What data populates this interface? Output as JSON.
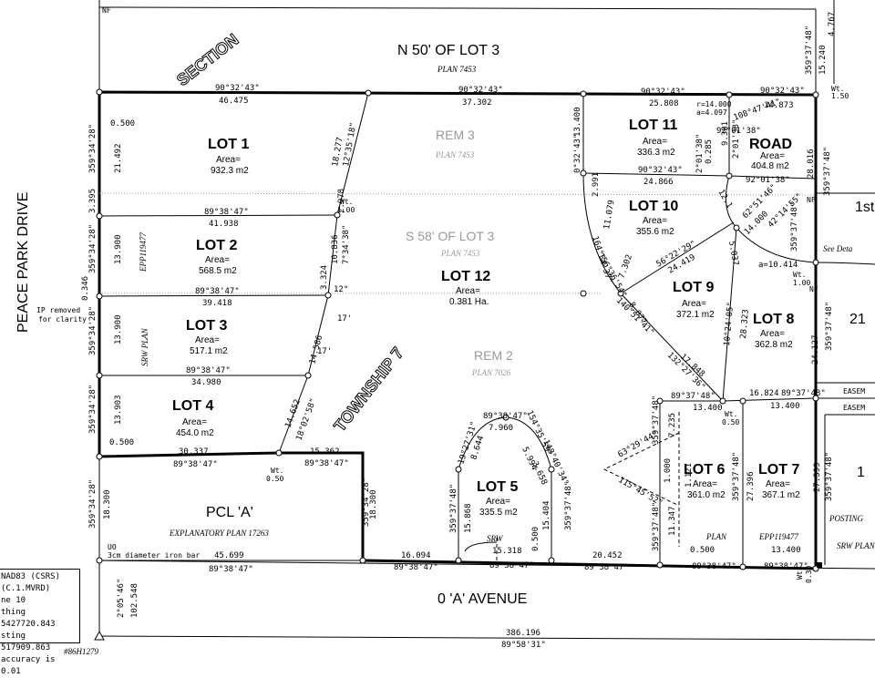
{
  "roads": {
    "peace_park": "PEACE PARK DRIVE",
    "avenue": "0 'A' AVENUE",
    "section": "SECTION",
    "township": "TOWNSHIP 7",
    "first": "1st"
  },
  "north_lot": {
    "label": "N 50' OF LOT 3",
    "plan": "PLAN 7453"
  },
  "lots": [
    {
      "name": "LOT 1",
      "area": "932.3 m2"
    },
    {
      "name": "LOT 2",
      "area": "568.5 m2"
    },
    {
      "name": "LOT 3",
      "area": "517.1 m2"
    },
    {
      "name": "LOT 4",
      "area": "454.0 m2"
    },
    {
      "name": "LOT 5",
      "area": "335.5 m2"
    },
    {
      "name": "LOT 6",
      "area": "361.0 m2"
    },
    {
      "name": "LOT 7",
      "area": "367.1 m2"
    },
    {
      "name": "LOT 8",
      "area": "362.8 m2"
    },
    {
      "name": "LOT 9",
      "area": "372.1 m2"
    },
    {
      "name": "LOT 10",
      "area": "355.6 m2"
    },
    {
      "name": "LOT 11",
      "area": "336.3 m2"
    },
    {
      "name": "LOT 12",
      "area": "0.381 Ha."
    }
  ],
  "area_label": "Area=",
  "road_parcel": {
    "name": "ROAD",
    "area": "404.8 m2"
  },
  "rem3": {
    "label": "REM 3",
    "plan": "PLAN 7453"
  },
  "s58": {
    "label": "S 58' OF LOT 3",
    "plan": "PLAN 7453"
  },
  "rem2": {
    "label": "REM 2",
    "plan": "PLAN 7026"
  },
  "pcl_a": {
    "label": "PCL 'A'",
    "plan": "EXPLANATORY PLAN 17263"
  },
  "labels": {
    "epp_vertical": "EPP119477",
    "epp_bottom": "EPP119477",
    "srw_plan": "SRW PLAN",
    "srw": "SRW",
    "plan": "PLAN",
    "ip_removed": "IP removed",
    "for_clarity": "for clarity",
    "nf": "NF",
    "uo": "UO",
    "iron_bar": "3cm diameter iron bar",
    "wit_top": "Wt.",
    "wit_top_val": "1.50",
    "see_detail": "See Deta",
    "easement": "EASEM",
    "posting": "POSTING",
    "srw_plan_right": "SRW PLAN",
    "right21": "21",
    "right1": "1",
    "monument": "#86H1279"
  },
  "wit_marks": [
    {
      "label": "Wt.",
      "value": "1.00"
    },
    {
      "label": "Wt.",
      "value": "1.00"
    },
    {
      "label": "Wt.",
      "value": "0.50"
    },
    {
      "label": "Wt.",
      "value": "0.50"
    },
    {
      "label": "Wt.",
      "value": "0.30"
    }
  ],
  "dims": {
    "top_bearing_1": "90°32'43\"",
    "top_dist_1": "46.475",
    "top_bearing_2": "90°32'43\"",
    "top_dist_2": "37.302",
    "top_bearing_3": "90°32'43\"",
    "top_dist_3": "25.808",
    "top_bearing_4": "90°32'43\"",
    "top_dist_4": "14.873",
    "r_val": "r=14.000",
    "a_val": "a=4.097",
    "l1_side": "0.500",
    "l1_left": "21.492",
    "l1_left_brg": "359°34'28\"",
    "l1_bottom_brg": "89°38'47\"",
    "l1_bottom": "41.938",
    "l1_right": "18.277",
    "l1_right_brg": "12°35'18\"",
    "l2_left": "13.900",
    "l2_left_brg": "359°34'28\"",
    "l2_side_a": "3.395",
    "l2_bottom_brg": "89°38'47\"",
    "l2_bottom": "39.418",
    "l2_right_a": "2.978",
    "l2_right_b": "10.836",
    "l2_right_brg": "7°34'38\"",
    "l3_left": "13.900",
    "l3_left_brg": "359°34'28\"",
    "l3_side": "0.346",
    "l3_bottom_brg": "89°38'47\"",
    "l3_bottom": "34.980",
    "l3_right_a": "3.324",
    "l3_right_b": "14.586",
    "l3_angle": "12°",
    "l3_angle2": "17'",
    "l3_angle3": "17'",
    "l4_left": "13.903",
    "l4_left_brg": "359°34'28\"",
    "l4_bottom_side": "0.500",
    "l4_bottom": "30.337",
    "l4_bottom_brg": "89°38'47\"",
    "l4_right": "14.652",
    "l4_right_brg": "18°02'58\"",
    "pcl_top": "15.362",
    "pcl_top_brg": "89°38'47\"",
    "pcl_left_brg": "359°34'28\"",
    "pcl_left": "18.300",
    "pcl_right_brg": "359°34'28\"",
    "pcl_right": "18.300",
    "bottom_1": "45.699",
    "bottom_1_brg": "89°38'47\"",
    "bottom_2": "16.094",
    "bottom_2_brg": "89°38'47\"",
    "bottom_3": "15.318",
    "bottom_3_brg": "89°38'47\"",
    "bottom_4": "20.452",
    "bottom_4_brg": "89°38'47\"",
    "bottom_5": "0.500",
    "bottom_5_brg": "89°38'47\"",
    "bottom_6": "13.400",
    "bottom_6_brg": "89°38'47\"",
    "l5_top_brg": "89°38'47\"",
    "l5_top": "7.960",
    "l5_left_a": "8.644",
    "l5_left_brg": "19°27'31\"",
    "l5_left": "15.868",
    "l5_left_vbrg": "359°37'48\"",
    "l5_right_a": "5.994",
    "l5_right_b": "3.658",
    "l5_right_brg1": "154°35'59\"",
    "l5_right_brg2": "148°40'34\"",
    "l5_right": "15.404",
    "l5_right_vbrg": "359°37'48\"",
    "l5_bottom_side": "0.500",
    "l12_right_a": "2.991",
    "l12_right_b": "11.079",
    "l12_right_c": "7.302",
    "l12_brg_a": "164°54'37\"",
    "l12_brg_b": "156°36'54\"",
    "l12_brg_c": "140°51'41\"",
    "l12_brg_d": "132°27'36\"",
    "l12_top": "13.400",
    "l12_top_brg": "0°32'43\"",
    "l11_bottom_brg": "90°32'43\"",
    "l11_bottom": "24.866",
    "l11_right_a": "9.381",
    "l11_right_b": "0.285",
    "l11_right_brg": "2°01'38\"",
    "l11_right_brg2": "2°01'38\"",
    "road_top_brg": "108°47'41\"",
    "road_brg_a": "92°01'38\"",
    "road_brg_b": "92°01'38\"",
    "road_right": "28.016",
    "road_right_brg": "359°37'48\"",
    "l10_diag_brg": "56°22'29\"",
    "l10_diag": "24.419",
    "l10_arc_a": "14.000",
    "l10_arc_b": "5.037",
    "l10_arc_c": "12.1",
    "l10_angle_a": "62°51'46\"",
    "l10_angle_b": "42°14'55\"",
    "l8_arc_brg": "359°37'48\"",
    "l8_arc_a": "a=10.414",
    "l8_right": "24.127",
    "l8_right_brg": "359°37'48\"",
    "l9_right_brg": "10°24'05\"",
    "l9_right": "28.323",
    "l9_bottom": "17.848",
    "l9_left": "8.077",
    "l8_bottom": "16.824",
    "l8_bottom_brg": "89°37'48\"",
    "l8_b2": "13.400",
    "l6_top_brg": "89°37'48\"",
    "l6_top": "13.400",
    "l6_left_brg": "359°37'48\"",
    "l6_left_a": "7.235",
    "l6_left_b": "11.347",
    "l6_left_vbrg": "359°37'48\"",
    "l6_diag_a": "63°29'44\"",
    "l6_diag_b": "115°45'52\"",
    "l6_diag_c": "1.000",
    "l6_diag_d": "1.121",
    "l6_right_brg": "359°37'48\"",
    "l6_right": "27.396",
    "l7_right_brg": "359°37'48\"",
    "l7_right": "27.399",
    "top_right_a": "4.767",
    "top_right_b": "15.240",
    "top_right_brg": "359°37'48\"",
    "bottom_total": "386.196",
    "bottom_total_brg": "89°58'31\"",
    "bottom_left_a": "102.548",
    "bottom_left_brg": "2°05'46\""
  },
  "legend": {
    "line1": "NAD83 (CSRS)",
    "line2": "(C.1.MVRD)",
    "line3": "ne 10",
    "line4": "thing  5427720.843",
    "line5": "sting  517909.863",
    "line6": "accuracy is 0.01"
  }
}
